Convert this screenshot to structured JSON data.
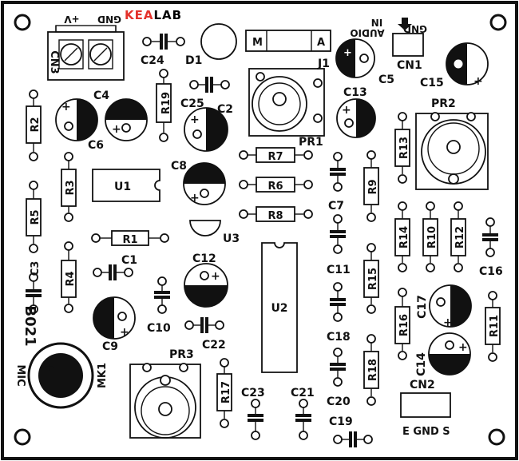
{
  "brand": {
    "prefix": "KEA",
    "suffix": "LAB",
    "prefix_color": "#e3312b",
    "suffix_color": "#000000"
  },
  "board_code": "B021",
  "cn3": {
    "name": "CN3",
    "pin_left": "+V",
    "pin_right": "GND"
  },
  "cn1": {
    "name": "CN1",
    "line1": "GND",
    "line2": "IN",
    "line3": "AUDIO"
  },
  "cn2": {
    "name": "CN2",
    "pin_labels": "E GND S"
  },
  "mic": {
    "ref": "MK1",
    "text": "MIC"
  },
  "j1": {
    "ref": "J1",
    "left": "M",
    "right": "A"
  },
  "diode": {
    "ref": "D1"
  },
  "presets": {
    "pr1": "PR1",
    "pr2": "PR2",
    "pr3": "PR3"
  },
  "ics": {
    "u1": "U1",
    "u2": "U2",
    "u3": "U3"
  },
  "resistors": {
    "r1": "R1",
    "r2": "R2",
    "r3": "R3",
    "r4": "R4",
    "r5": "R5",
    "r6": "R6",
    "r7": "R7",
    "r8": "R8",
    "r9": "R9",
    "r10": "R10",
    "r11": "R11",
    "r12": "R12",
    "r13": "R13",
    "r14": "R14",
    "r15": "R15",
    "r16": "R16",
    "r17": "R17",
    "r18": "R18",
    "r19": "R19"
  },
  "ceramic_caps": {
    "c1": "C1",
    "c3": "C3",
    "c7": "C7",
    "c10": "C10",
    "c11": "C11",
    "c16": "C16",
    "c18": "C18",
    "c19": "C19",
    "c20": "C20",
    "c21": "C21",
    "c22": "C22",
    "c23": "C23",
    "c24": "C24",
    "c25": "C25"
  },
  "electrolytic_caps": {
    "c2": "C2",
    "c4": "C4",
    "c5": "C5",
    "c6": "C6",
    "c8": "C8",
    "c9": "C9",
    "c12": "C12",
    "c13": "C13",
    "c14": "C14",
    "c15": "C15",
    "c17": "C17"
  },
  "polarity": {
    "plus": "+"
  },
  "colors": {
    "ink": "#111111",
    "board": "#ffffff"
  }
}
